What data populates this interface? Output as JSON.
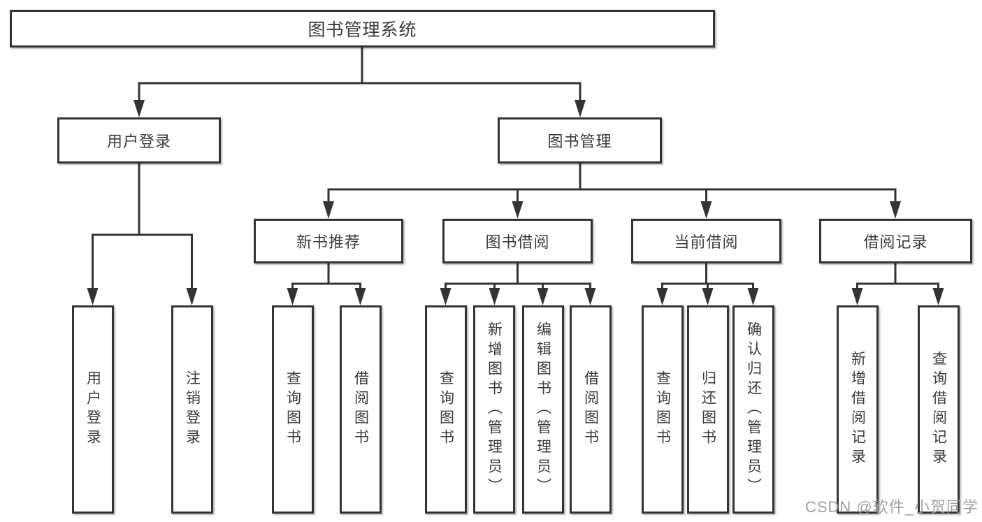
{
  "tree": {
    "root": {
      "label": "图书管理系统"
    },
    "branches": [
      {
        "label": "用户登录",
        "children": [
          {
            "label": "用户登录"
          },
          {
            "label": "注销登录"
          }
        ]
      },
      {
        "label": "图书管理",
        "groups": [
          {
            "label": "新书推荐",
            "children": [
              {
                "label": "查询图书"
              },
              {
                "label": "借阅图书"
              }
            ]
          },
          {
            "label": "图书借阅",
            "children": [
              {
                "label": "查询图书"
              },
              {
                "label": "新增图书（管理员）"
              },
              {
                "label": "编辑图书（管理员）"
              },
              {
                "label": "借阅图书"
              }
            ]
          },
          {
            "label": "当前借阅",
            "children": [
              {
                "label": "查询图书"
              },
              {
                "label": "归还图书"
              },
              {
                "label": "确认归还（管理员）"
              }
            ]
          },
          {
            "label": "借阅记录",
            "children": [
              {
                "label": "新增借阅记录"
              },
              {
                "label": "查询借阅记录"
              }
            ]
          }
        ]
      }
    ]
  },
  "watermark": "CSDN @软件_小贺同学",
  "colors": {
    "line": "#333333",
    "box_border": "#333333",
    "box_fill": "#ffffff",
    "text": "#3a3a3a",
    "background": "#ffffff",
    "watermark": "#9a9ea4"
  }
}
